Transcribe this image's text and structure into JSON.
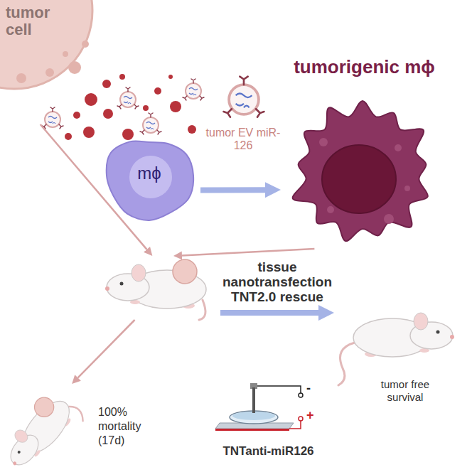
{
  "diagram": {
    "nodes": [
      {
        "text": [
          "tumor cell"
        ]
      },
      {
        "text": [
          "mϕ"
        ]
      },
      {
        "text": [
          "tumorigenic mϕ"
        ]
      },
      {
        "text": []
      },
      {
        "text": [
          "100% mortality (17d)"
        ]
      },
      {
        "text": [
          "tumor free survival"
        ]
      },
      {
        "text": [
          "-",
          "+",
          "TNTanti-miR126"
        ]
      }
    ],
    "edges": [
      {
        "from": 1,
        "to": 2,
        "arrow": "to",
        "label": "tumor EV miR-126"
      },
      {
        "from": 0,
        "to": 3,
        "arrow": "to"
      },
      {
        "from": 2,
        "to": 3,
        "arrow": "to"
      },
      {
        "from": 3,
        "to": 4,
        "arrow": "to"
      },
      {
        "from": 3,
        "to": 5,
        "arrow": "to",
        "label": "tissue nanotransfection TNT2.0 rescue"
      }
    ]
  }
}
